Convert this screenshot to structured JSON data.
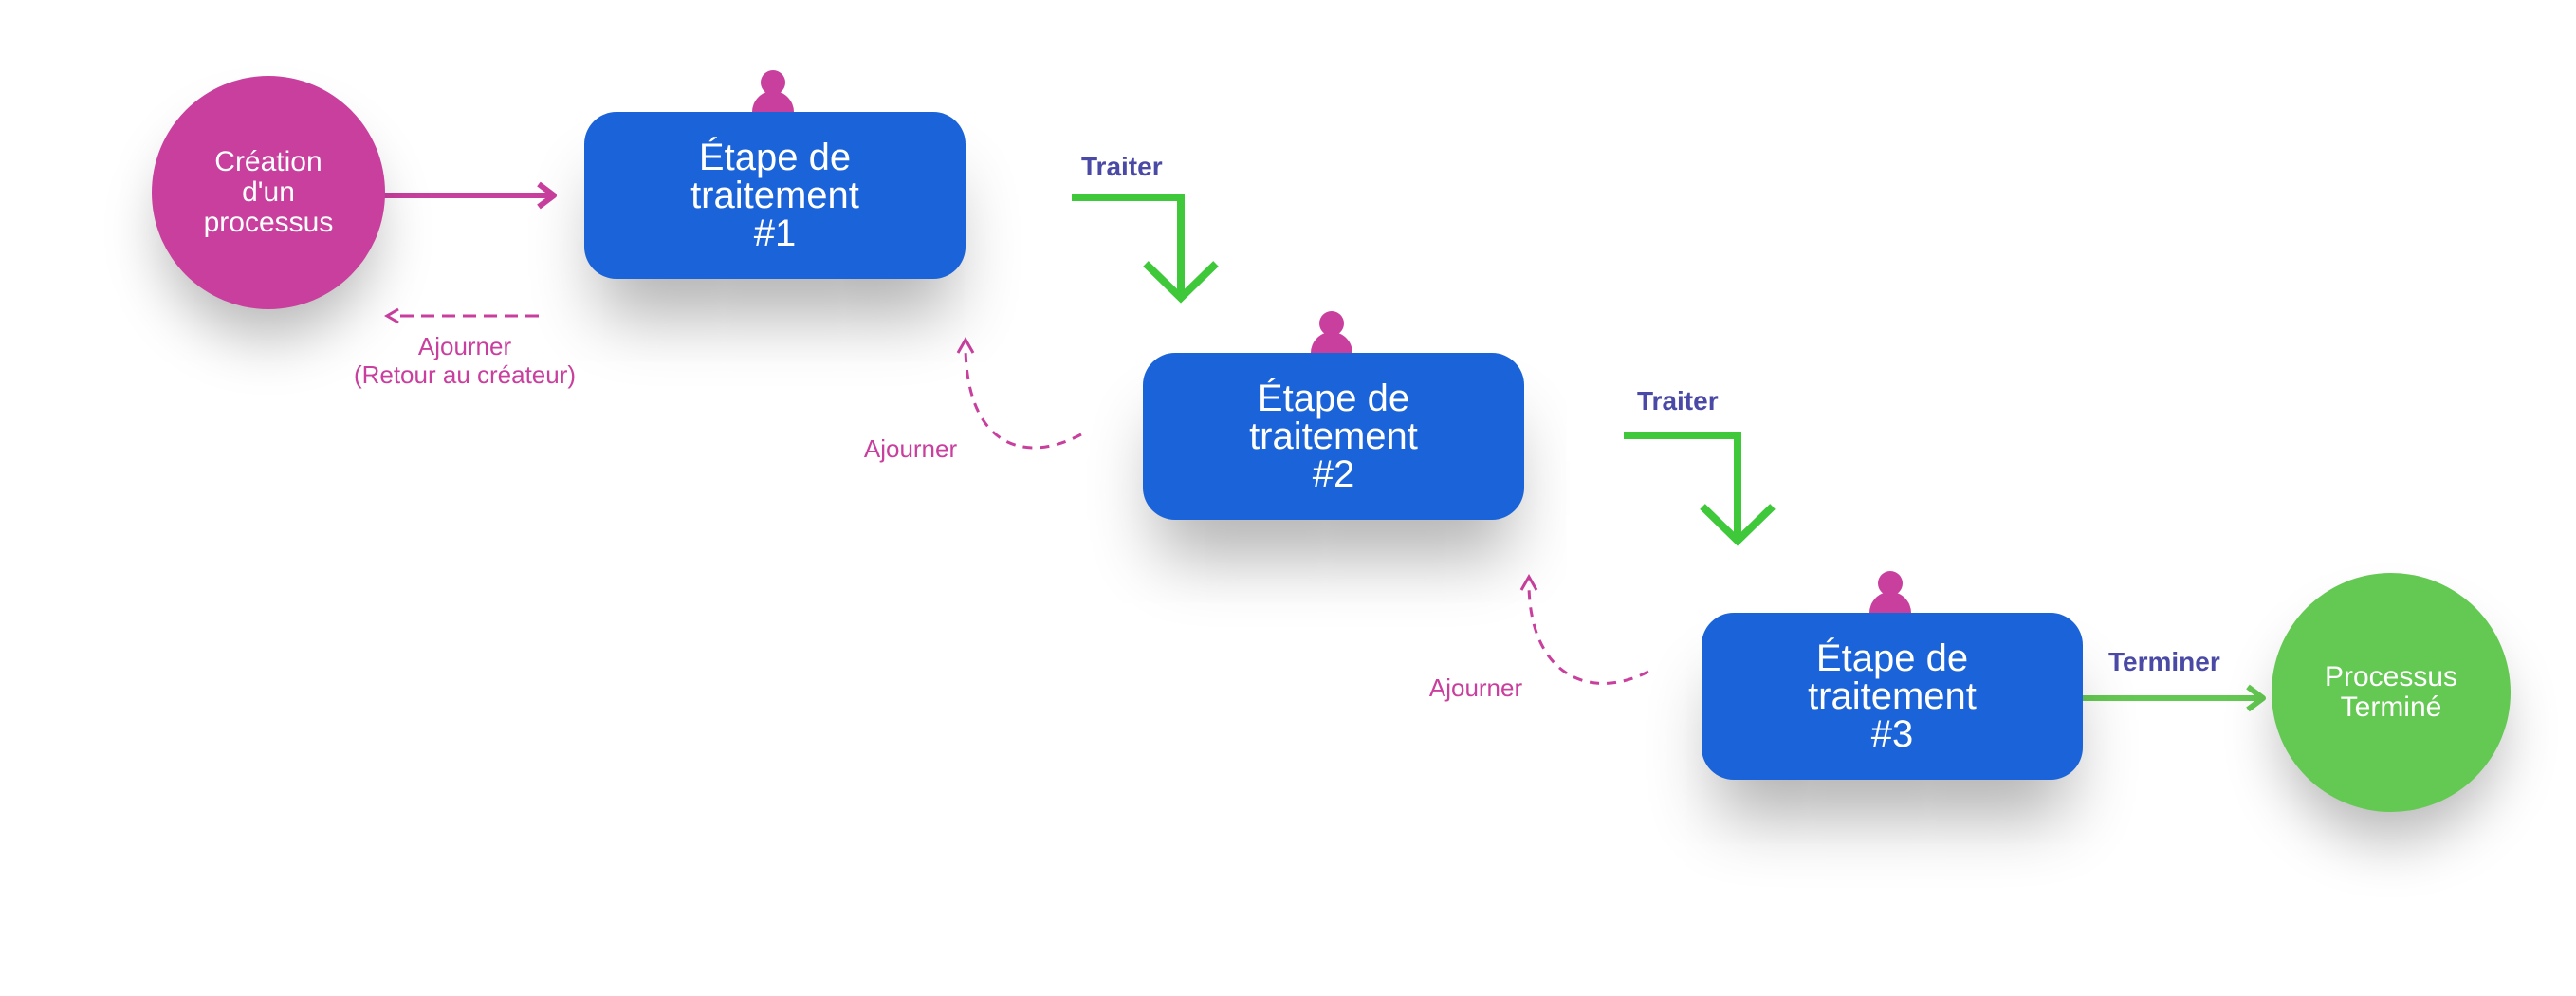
{
  "colors": {
    "accent_pink": "#c93f9e",
    "step_blue": "#1b63d8",
    "success_green": "#64c952",
    "arrow_green": "#3ec83a",
    "label_indigo": "#4a4aa6"
  },
  "nodes": {
    "start": {
      "label": "Création\nd'un\nprocessus"
    },
    "steps": [
      {
        "label": "Étape de\ntraitement\n#1",
        "icon": "person-icon"
      },
      {
        "label": "Étape de\ntraitement\n#2",
        "icon": "person-icon"
      },
      {
        "label": "Étape de\ntraitement\n#3",
        "icon": "person-icon"
      }
    ],
    "end": {
      "label": "Processus\nTerminé"
    }
  },
  "edges": {
    "traiter_1": "Traiter",
    "traiter_2": "Traiter",
    "terminer": "Terminer",
    "ajourner_creator": "Ajourner\n(Retour au créateur)",
    "ajourner_2": "Ajourner",
    "ajourner_3": "Ajourner"
  }
}
